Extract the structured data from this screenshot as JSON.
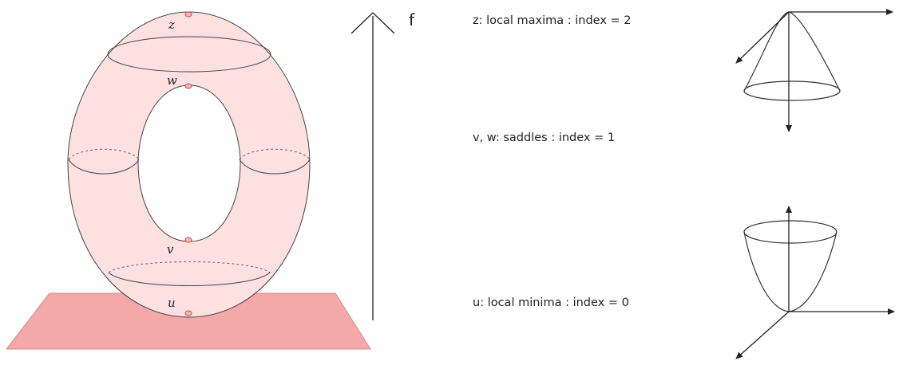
{
  "torus": {
    "points": {
      "z": "z",
      "w": "w",
      "v": "v",
      "u": "u"
    }
  },
  "axis": {
    "label": "f"
  },
  "descriptions": {
    "max": "z: local maxima : index = 2",
    "saddle": "v, w: saddles : index = 1",
    "min": "u: local minima : index = 0"
  },
  "colors": {
    "torus_fill": "#fde0e0",
    "plane_fill": "#f5a8a8",
    "critical_point": "#d06a6a",
    "line": "#333333"
  }
}
